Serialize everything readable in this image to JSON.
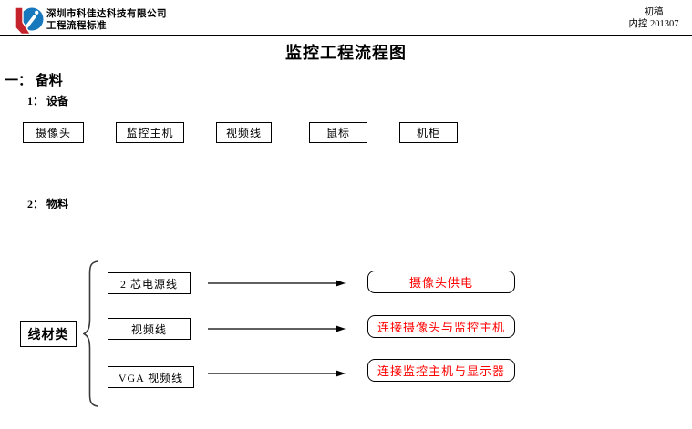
{
  "header": {
    "company_name": "深圳市科佳达科技有限公司",
    "standard_label": "工程流程标准",
    "draft_status": "初稿",
    "control_number": "内控 201307"
  },
  "title": "监控工程流程图",
  "prep": {
    "section_label": "一： 备料",
    "equipment_label": "1： 设备",
    "material_label": "2： 物料"
  },
  "equipment": {
    "items": [
      "摄像头",
      "监控主机",
      "视频线",
      "鼠标",
      "机柜"
    ]
  },
  "material": {
    "category_label": "线材类",
    "rows": [
      {
        "cable": "2 芯电源线",
        "purpose": "摄像头供电"
      },
      {
        "cable": "视频线",
        "purpose": "连接摄像头与监控主机"
      },
      {
        "cable": "VGA 视频线",
        "purpose": "连接监控主机与显示器"
      }
    ]
  },
  "colors": {
    "logo_red": "#c5232b",
    "logo_blue": "#1878be",
    "purpose_text": "#ff0000",
    "line_black": "#000000"
  }
}
